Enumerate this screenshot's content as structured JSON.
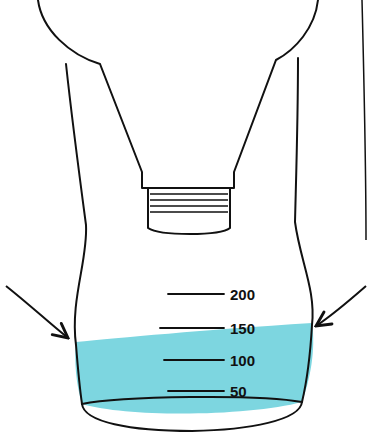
{
  "diagram": {
    "labels": [
      "200",
      "150",
      "100",
      "50"
    ]
  }
}
